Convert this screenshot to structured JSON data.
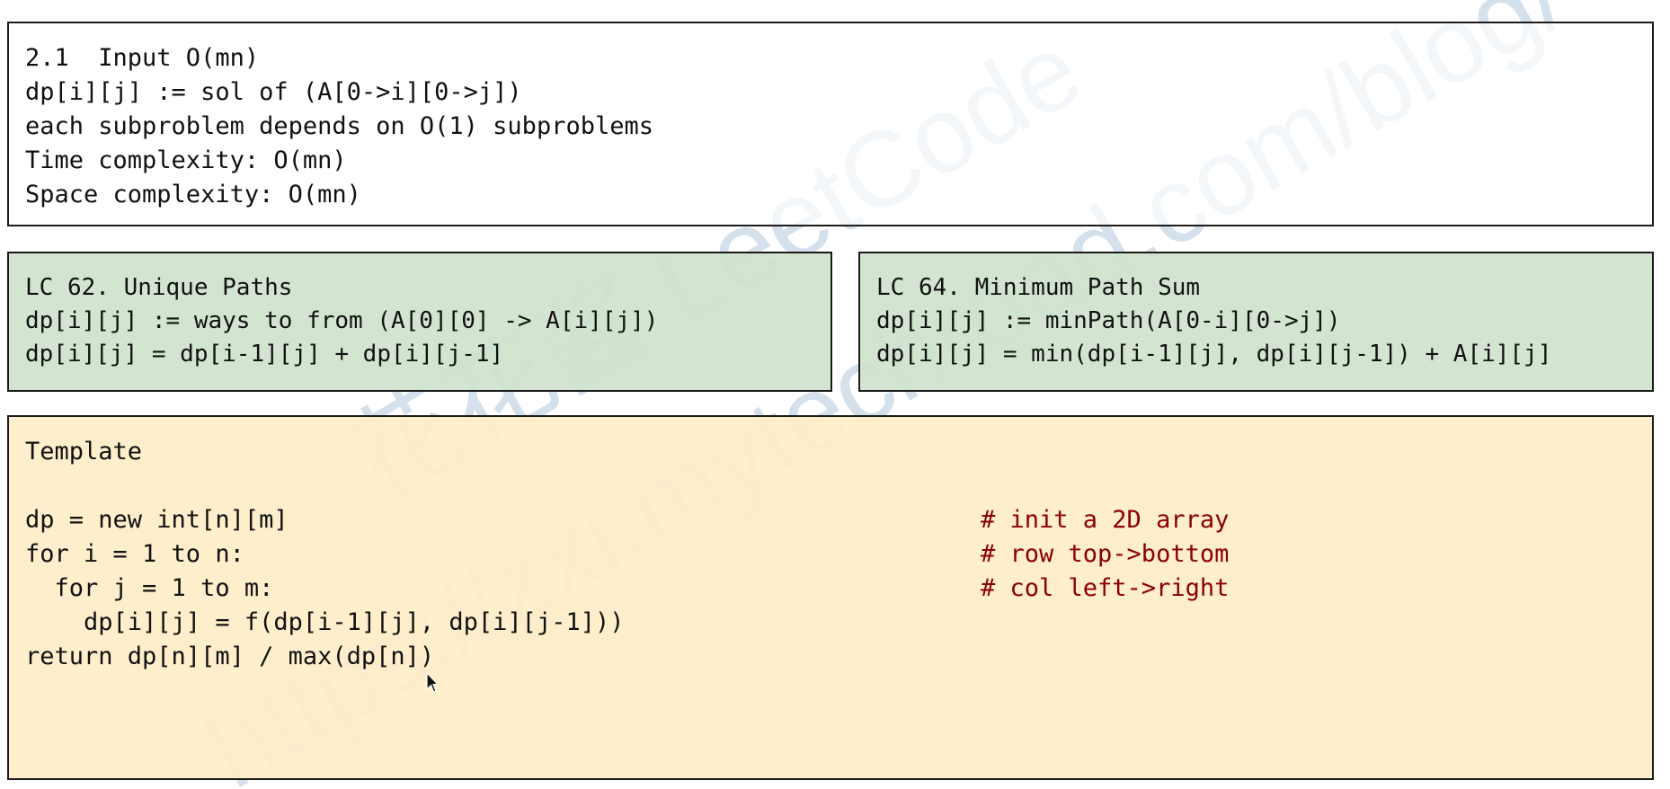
{
  "colors": {
    "green_box": "#d0e3cc",
    "template_box": "#ffedc8",
    "comment": "#8b0000",
    "watermark": "#c5d6e6"
  },
  "info": {
    "lines": [
      "2.1  Input O(mn)",
      "dp[i][j] := sol of (A[0->i][0->j])",
      "each subproblem depends on O(1) subproblems",
      "Time complexity: O(mn)",
      "Space complexity: O(mn)"
    ]
  },
  "lc62": {
    "lines": [
      "LC 62. Unique Paths",
      "dp[i][j] := ways to from (A[0][0] -> A[i][j])",
      "dp[i][j] = dp[i-1][j] + dp[i][j-1]"
    ]
  },
  "lc64": {
    "lines": [
      "LC 64. Minimum Path Sum",
      "dp[i][j] := minPath(A[0-i][0->j])",
      "dp[i][j] = min(dp[i-1][j], dp[i][j-1]) + A[i][j]"
    ]
  },
  "template": {
    "title": "Template",
    "rows": [
      {
        "code": "dp = new int[n][m]",
        "comment": "# init a 2D array"
      },
      {
        "code": "for i = 1 to n:",
        "comment": "# row top->bottom"
      },
      {
        "code": "  for j = 1 to m:",
        "comment": "# col left->right"
      },
      {
        "code": "    dp[i][j] = f(dp[i-1][j], dp[i][j-1]))",
        "comment": ""
      },
      {
        "code": "return dp[n][m] / max(dp[n])",
        "comment": ""
      }
    ]
  },
  "watermark": {
    "text_left": "花花酱 LeetCode",
    "text_right": "https://zxi.mytechroad.com/blog/"
  }
}
